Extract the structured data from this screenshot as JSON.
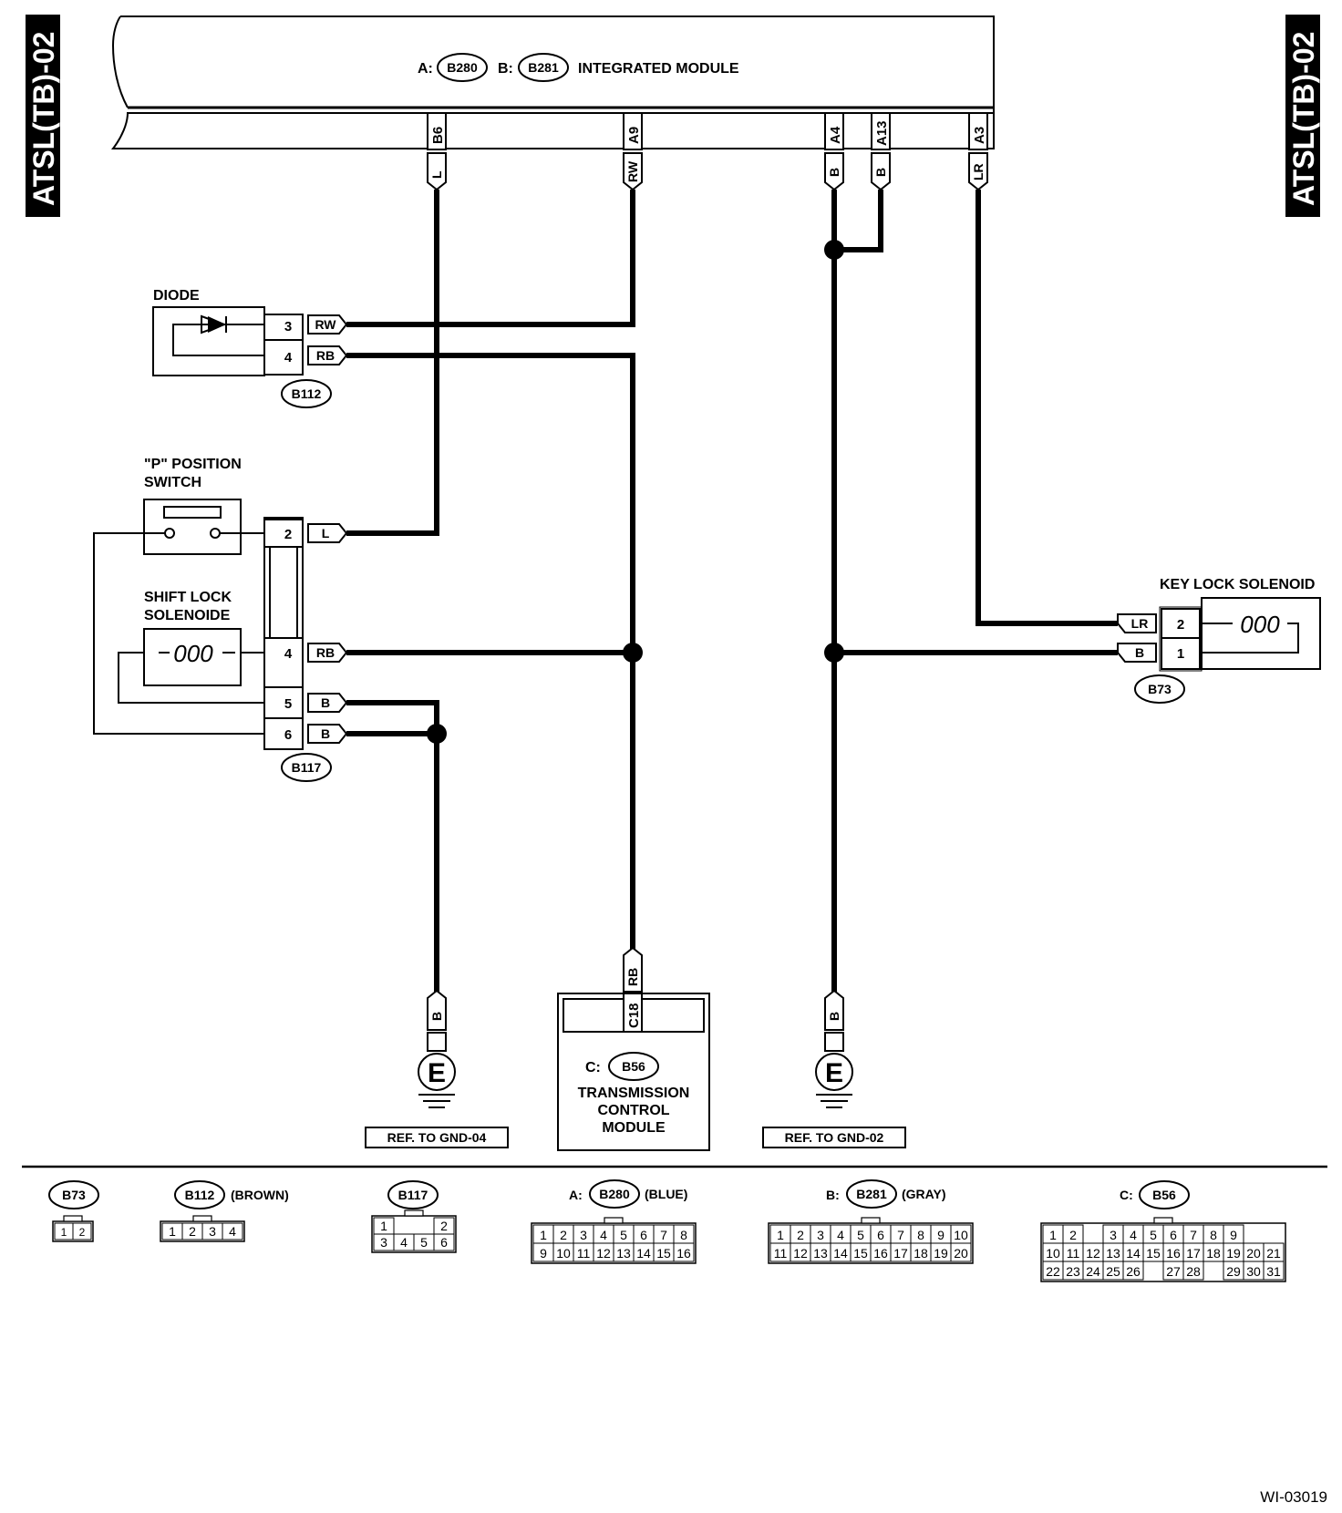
{
  "side_label_left": "ATSL(TB)-02",
  "side_label_right": "ATSL(TB)-02",
  "integrated_module": {
    "prefix_a": "A:",
    "connector_a": "B280",
    "prefix_b": "B:",
    "connector_b": "B281",
    "title": "INTEGRATED MODULE",
    "pins": [
      {
        "pin": "B6",
        "wire": "L"
      },
      {
        "pin": "A9",
        "wire": "RW"
      },
      {
        "pin": "A4",
        "wire": "B"
      },
      {
        "pin": "A13",
        "wire": "B"
      },
      {
        "pin": "A3",
        "wire": "LR"
      }
    ]
  },
  "diode": {
    "title": "DIODE",
    "connector": "B112",
    "pins": [
      {
        "pin": "3",
        "wire": "RW"
      },
      {
        "pin": "4",
        "wire": "RB"
      }
    ]
  },
  "p_position_switch": {
    "title_line1": "\"P\" POSITION",
    "title_line2": "SWITCH"
  },
  "shift_lock_solenoid": {
    "title_line1": "SHIFT LOCK",
    "title_line2": "SOLENOIDE",
    "coil": "000"
  },
  "b117": {
    "connector": "B117",
    "pins": [
      {
        "pin": "2",
        "wire": "L"
      },
      {
        "pin": "4",
        "wire": "RB"
      },
      {
        "pin": "5",
        "wire": "B"
      },
      {
        "pin": "6",
        "wire": "B"
      }
    ]
  },
  "key_lock_solenoid": {
    "title": "KEY LOCK SOLENOID",
    "connector": "B73",
    "coil": "000",
    "pins": [
      {
        "pin": "2",
        "wire": "LR"
      },
      {
        "pin": "1",
        "wire": "B"
      }
    ]
  },
  "ground_left": {
    "wire": "B",
    "symbol": "E",
    "ref": "REF. TO GND-04"
  },
  "ground_right": {
    "wire": "B",
    "symbol": "E",
    "ref": "REF. TO GND-02"
  },
  "tcm": {
    "prefix": "C:",
    "connector": "B56",
    "pin": "C18",
    "wire": "RB",
    "line1": "TRANSMISSION",
    "line2": "CONTROL",
    "line3": "MODULE"
  },
  "connector_views": {
    "b73": {
      "name": "B73",
      "rows": [
        [
          "1",
          "2"
        ]
      ]
    },
    "b112": {
      "name": "B112",
      "color": "(BROWN)",
      "rows": [
        [
          "1",
          "2",
          "3",
          "4"
        ]
      ]
    },
    "b117": {
      "name": "B117",
      "rows": [
        [
          "1",
          "",
          "",
          "2"
        ],
        [
          "3",
          "4",
          "5",
          "6"
        ]
      ]
    },
    "b280": {
      "prefix": "A:",
      "name": "B280",
      "color": "(BLUE)",
      "rows": [
        [
          "1",
          "2",
          "3",
          "4",
          "5",
          "6",
          "7",
          "8"
        ],
        [
          "9",
          "10",
          "11",
          "12",
          "13",
          "14",
          "15",
          "16"
        ]
      ]
    },
    "b281": {
      "prefix": "B:",
      "name": "B281",
      "color": "(GRAY)",
      "rows": [
        [
          "1",
          "2",
          "3",
          "4",
          "5",
          "6",
          "7",
          "8",
          "9",
          "10"
        ],
        [
          "11",
          "12",
          "13",
          "14",
          "15",
          "16",
          "17",
          "18",
          "19",
          "20"
        ]
      ]
    },
    "b56": {
      "prefix": "C:",
      "name": "B56",
      "rows": [
        [
          "1",
          "2",
          "",
          "3",
          "4",
          "5",
          "6",
          "7",
          "8",
          "9"
        ],
        [
          "10",
          "11",
          "12",
          "13",
          "14",
          "15",
          "16",
          "17",
          "18",
          "19",
          "20",
          "21"
        ],
        [
          "22",
          "23",
          "24",
          "25",
          "26",
          "",
          "27",
          "28",
          "",
          "29",
          "30",
          "31"
        ]
      ]
    }
  },
  "figure_id": "WI-03019"
}
